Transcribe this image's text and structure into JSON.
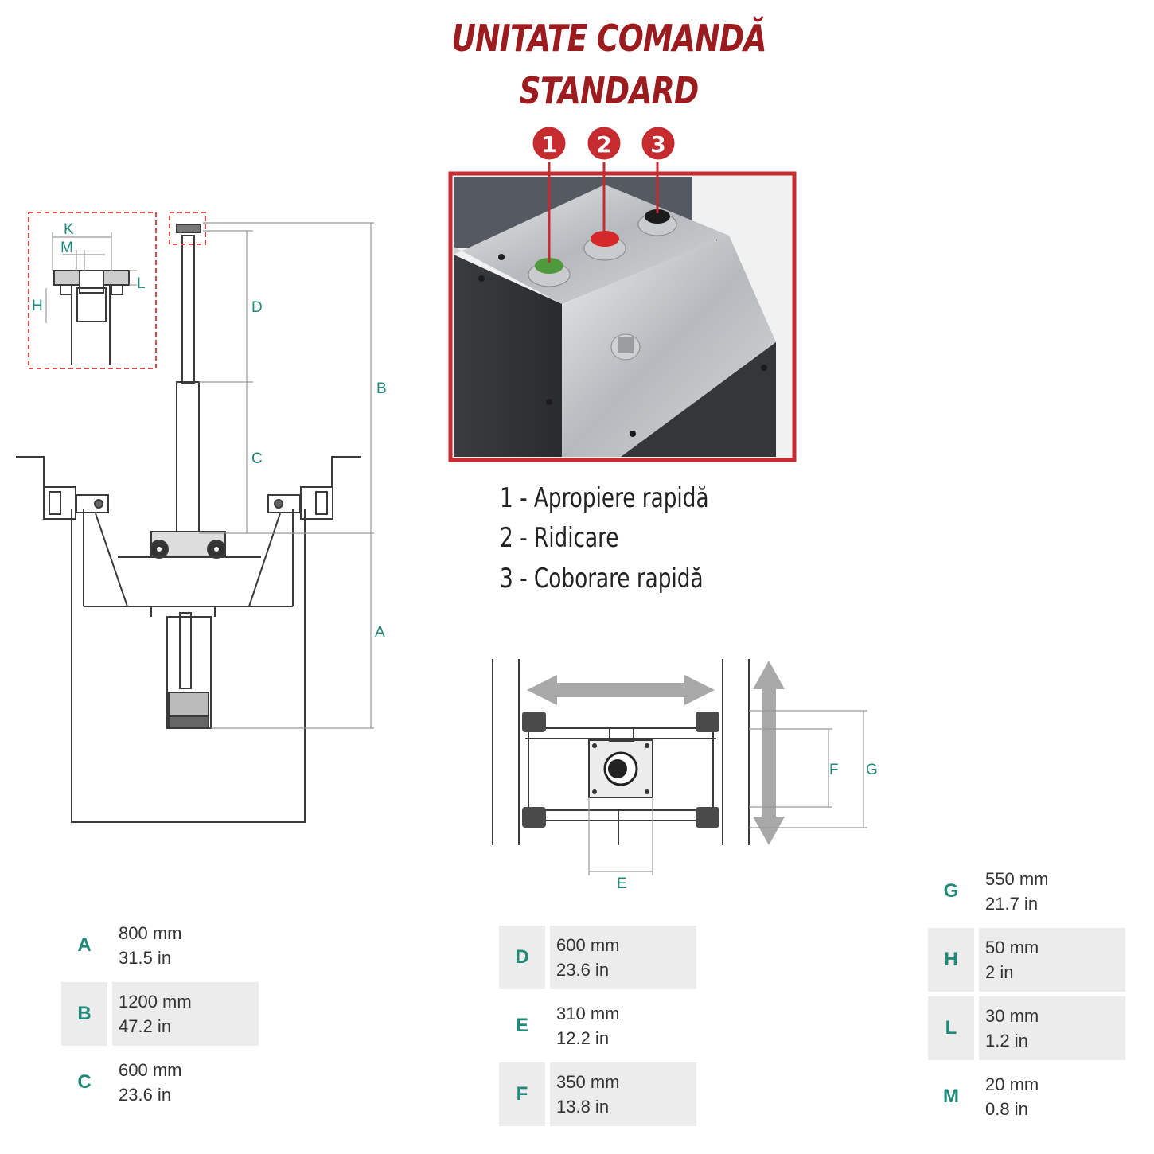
{
  "header": {
    "line1": "UNITATE COMANDĂ",
    "line2": "STANDARD"
  },
  "control_photo": {
    "markers": [
      "1",
      "2",
      "3"
    ],
    "button_colors": [
      "#4f9a3c",
      "#d4282a",
      "#1b1b1b"
    ],
    "frame_color": "#c52b2f"
  },
  "legend": [
    "1 - Apropiere rapidă",
    "2 - Ridicare",
    "3 - Coborare rapidă"
  ],
  "drawing_labels": {
    "side": {
      "K": "K",
      "M": "M",
      "L": "L",
      "H": "H",
      "D": "D",
      "C": "C",
      "B": "B",
      "A": "A"
    },
    "top": {
      "E": "E",
      "F": "F",
      "G": "G"
    }
  },
  "dimensions": {
    "col1": [
      {
        "key": "A",
        "mm": "800 mm",
        "in": "31.5 in"
      },
      {
        "key": "B",
        "mm": "1200 mm",
        "in": "47.2 in"
      },
      {
        "key": "C",
        "mm": "600 mm",
        "in": "23.6 in"
      }
    ],
    "col2": [
      {
        "key": "D",
        "mm": "600 mm",
        "in": "23.6 in"
      },
      {
        "key": "E",
        "mm": "310 mm",
        "in": "12.2 in"
      },
      {
        "key": "F",
        "mm": "350 mm",
        "in": "13.8 in"
      }
    ],
    "col3": [
      {
        "key": "G",
        "mm": "550 mm",
        "in": "21.7 in"
      },
      {
        "key": "H",
        "mm": "50 mm",
        "in": "2 in"
      },
      {
        "key": "L",
        "mm": "30 mm",
        "in": "1.2 in"
      },
      {
        "key": "M",
        "mm": "20 mm",
        "in": "0.8 in"
      }
    ]
  }
}
